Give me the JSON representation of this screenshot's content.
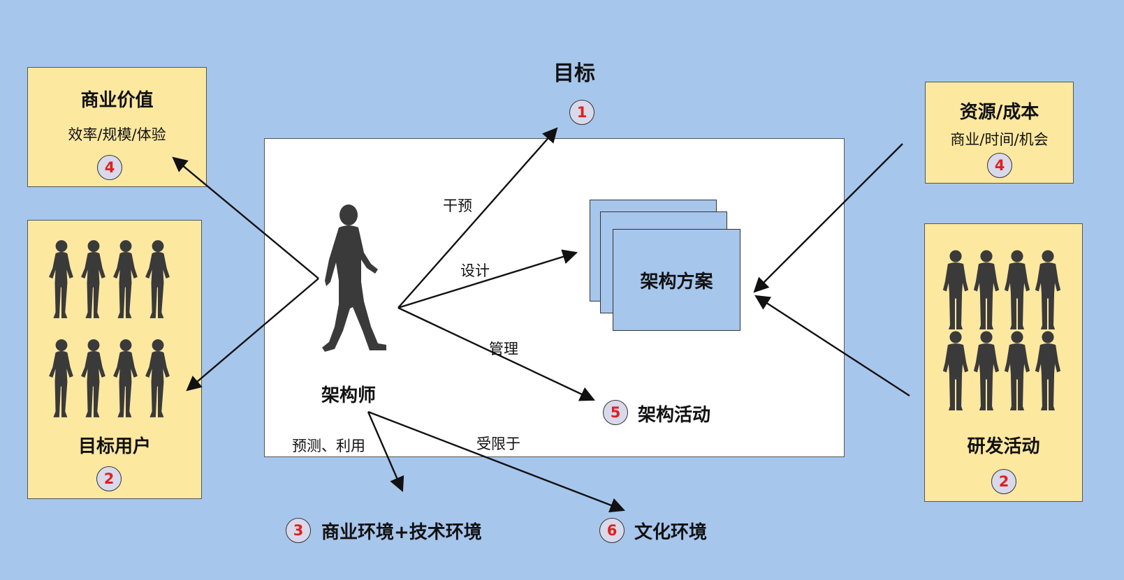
{
  "goal": {
    "title": "目标",
    "badge": "1"
  },
  "business_value": {
    "title": "商业价值",
    "subtitle": "效率/规模/体验",
    "badge": "4"
  },
  "target_users": {
    "title": "目标用户",
    "badge": "2"
  },
  "resources": {
    "title": "资源/成本",
    "subtitle": "商业/时间/机会",
    "badge": "4"
  },
  "rd_activity": {
    "title": "研发活动",
    "badge": "2"
  },
  "architect": {
    "label": "架构师"
  },
  "plan": {
    "label": "架构方案"
  },
  "arch_activity": {
    "label": "架构活动",
    "badge": "5"
  },
  "edges": {
    "intervene": "干预",
    "design": "设计",
    "manage": "管理",
    "predict_use": "预测、利用",
    "limited_by": "受限于"
  },
  "environment": {
    "label": "商业环境+技术环境",
    "badge": "3"
  },
  "culture": {
    "label": "文化环境",
    "badge": "6"
  },
  "colors": {
    "background": "#a7c6ec",
    "yellow": "#fde8a0",
    "badge_text": "#e0201e",
    "figure": "#3a3a3a"
  }
}
